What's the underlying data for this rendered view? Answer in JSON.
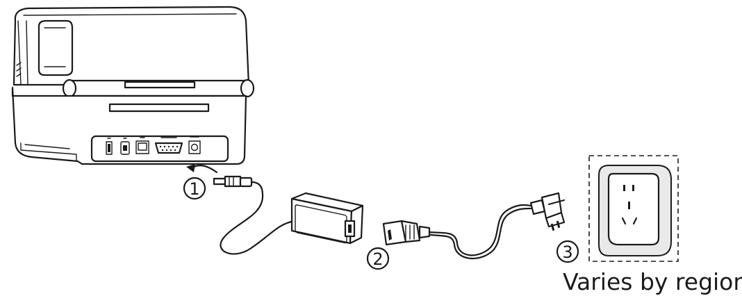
{
  "caption": "Varies by regions",
  "steps": [
    {
      "label": "1"
    },
    {
      "label": "2"
    },
    {
      "label": "3"
    }
  ],
  "colors": {
    "ink": "#1a1a1a",
    "background": "#ffffff"
  }
}
